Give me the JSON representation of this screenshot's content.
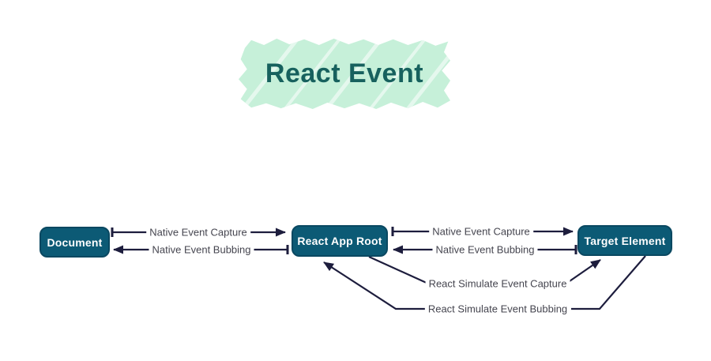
{
  "title": {
    "text": "React Event"
  },
  "nodes": [
    {
      "id": "document",
      "label": "Document"
    },
    {
      "id": "react-app-root",
      "label": "React App Root"
    },
    {
      "id": "target-element",
      "label": "Target Element"
    }
  ],
  "edges": [
    {
      "label": "Native Event Capture",
      "from": "document",
      "to": "react-app-root"
    },
    {
      "label": "Native Event Bubbing",
      "from": "react-app-root",
      "to": "document"
    },
    {
      "label": "Native Event Capture",
      "from": "react-app-root",
      "to": "target-element"
    },
    {
      "label": "Native Event Bubbing",
      "from": "target-element",
      "to": "react-app-root"
    },
    {
      "label": "React Simulate Event Capture",
      "from": "react-app-root",
      "to": "target-element"
    },
    {
      "label": "React Simulate Event Bubbing",
      "from": "target-element",
      "to": "react-app-root"
    }
  ],
  "colors": {
    "background": "#ffffff",
    "node_fill": "#0c5a75",
    "node_border": "#0a4861",
    "node_text": "#ffffff",
    "arrow": "#1d1d3d",
    "edge_label_text": "#45454f",
    "title_text": "#17615e",
    "title_highlight": "#c6f0d9"
  }
}
